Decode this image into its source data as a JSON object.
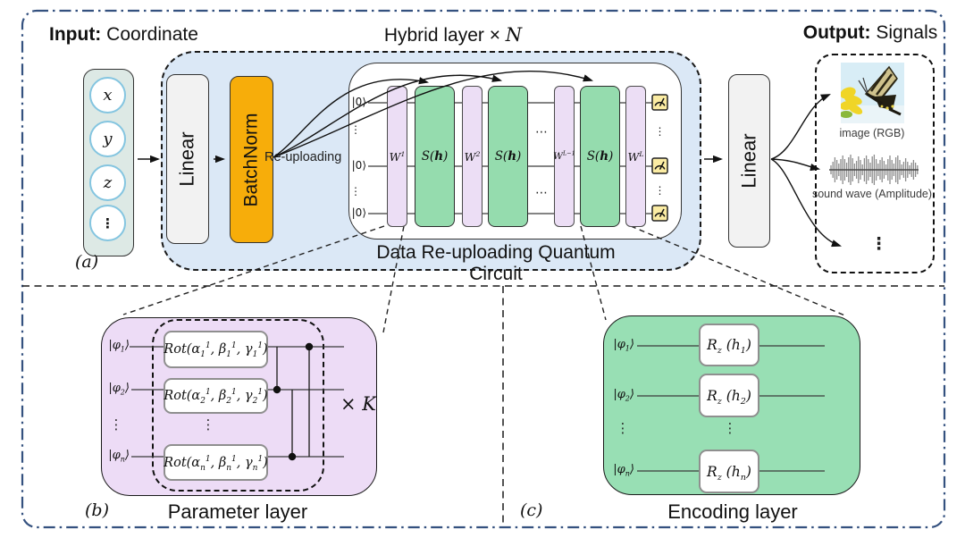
{
  "panel_a": {
    "tag": "(a)",
    "input_label_bold": "Input:",
    "input_label_rest": " Coordinate",
    "input_nodes": [
      "x",
      "y",
      "z",
      "⋮"
    ],
    "linear_in": "Linear",
    "batchnorm": "BatchNorm",
    "hybrid_title_html": "Hybrid layer × <i>N</i>",
    "reuploading_label": "Re-uploading",
    "qubits": [
      "|0⟩",
      "⋮",
      "|0⟩",
      "⋮",
      "|0⟩"
    ],
    "gates": {
      "w1": "W<sup>1</sup>",
      "s1": "S(<b>h</b>)",
      "w2": "W<sup>2</sup>",
      "s2": "S(<b>h</b>)",
      "wl1": "W<sup>L−1</sup>",
      "s3": "S(<b>h</b>)",
      "wl": "W<sup>L</sup>",
      "hdots": "⋯",
      "vdots": "⋮"
    },
    "circuit_caption": "Data Re-uploading Quantum Circuit",
    "linear_out": "Linear",
    "output_label_bold": "Output:",
    "output_label_rest": " Signals",
    "output_items": {
      "image_label": "image (RGB)",
      "sound_label": "sound wave (Amplitude)",
      "more": "⋮"
    }
  },
  "panel_b": {
    "tag": "(b)",
    "caption": "Parameter layer",
    "kets": [
      "|φ<sub>1</sub>⟩",
      "|φ<sub>2</sub>⟩",
      "⋮",
      "|φ<sub>n</sub>⟩"
    ],
    "gate1": "Rot(α<sub>1</sub><sup>1</sup>, β<sub>1</sub><sup>1</sup>, γ<sub>1</sub><sup>1</sup>)",
    "gate2": "Rot(α<sub>2</sub><sup>1</sup>, β<sub>2</sub><sup>1</sup>, γ<sub>2</sub><sup>1</sup>)",
    "gate_dots": "⋮",
    "gate3": "Rot(α<sub>n</sub><sup>1</sup>, β<sub>n</sub><sup>1</sup>, γ<sub>n</sub><sup>1</sup>)",
    "repeat_html": "× <i>K</i>"
  },
  "panel_c": {
    "tag": "(c)",
    "caption": "Encoding layer",
    "kets": [
      "|φ<sub>1</sub>⟩",
      "|φ<sub>2</sub>⟩",
      "⋮",
      "|φ<sub>n</sub>⟩"
    ],
    "gate1": "R<sub>z</sub> (h<sub>1</sub>)",
    "gate2": "R<sub>z</sub> (h<sub>2</sub>)",
    "gate_dots": "⋮",
    "gate3": "R<sub>z</sub> (h<sub>n</sub>)"
  },
  "colors": {
    "outer_border": "#34517f",
    "hybrid_bg": "#dbe8f6",
    "batchnorm_bg": "#f7ad0a",
    "param_purple": "#eddcf6",
    "encoding_green": "#98dfb4",
    "measure_yellow": "#fbeca3"
  }
}
